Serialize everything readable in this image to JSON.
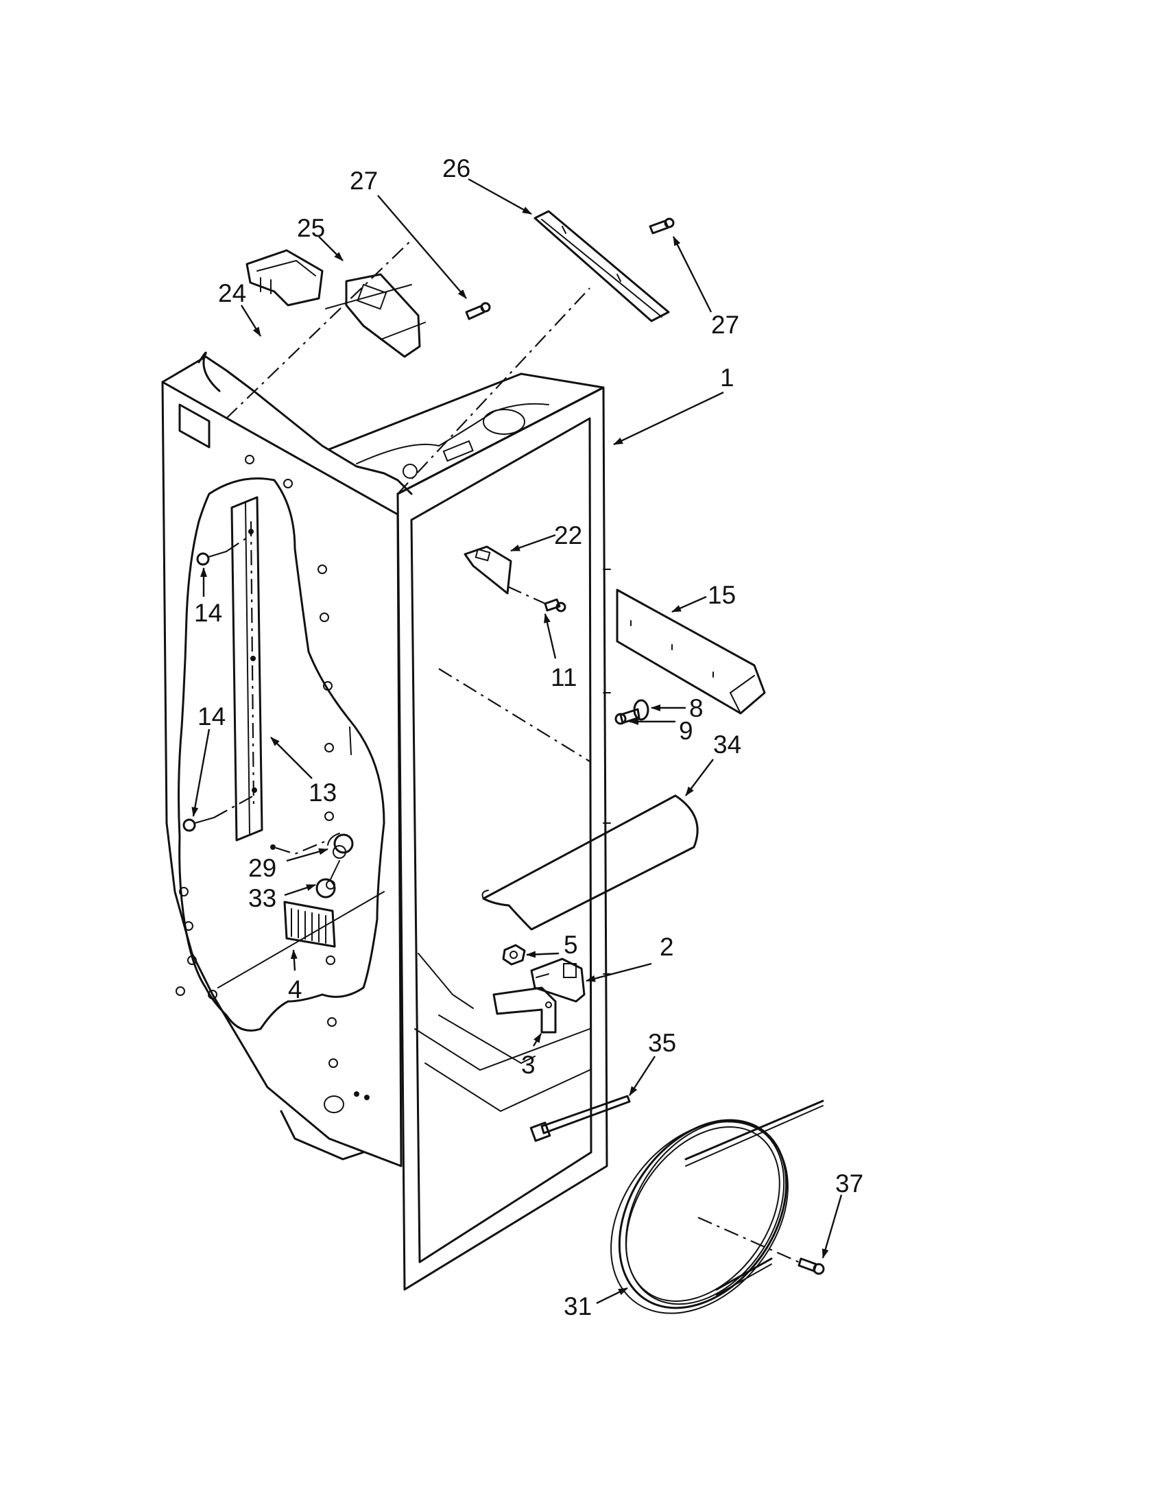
{
  "callouts": [
    {
      "id": "c27a",
      "label": "27"
    },
    {
      "id": "c26",
      "label": "26"
    },
    {
      "id": "c25",
      "label": "25"
    },
    {
      "id": "c24",
      "label": "24"
    },
    {
      "id": "c27b",
      "label": "27"
    },
    {
      "id": "c1",
      "label": "1"
    },
    {
      "id": "c22",
      "label": "22"
    },
    {
      "id": "c14a",
      "label": "14"
    },
    {
      "id": "c15",
      "label": "15"
    },
    {
      "id": "c11",
      "label": "11"
    },
    {
      "id": "c14b",
      "label": "14"
    },
    {
      "id": "c8",
      "label": "8"
    },
    {
      "id": "c9",
      "label": "9"
    },
    {
      "id": "c34",
      "label": "34"
    },
    {
      "id": "c13",
      "label": "13"
    },
    {
      "id": "c29",
      "label": "29"
    },
    {
      "id": "c33",
      "label": "33"
    },
    {
      "id": "c5",
      "label": "5"
    },
    {
      "id": "c2",
      "label": "2"
    },
    {
      "id": "c4",
      "label": "4"
    },
    {
      "id": "c35",
      "label": "35"
    },
    {
      "id": "c3",
      "label": "3"
    },
    {
      "id": "c37",
      "label": "37"
    },
    {
      "id": "c31",
      "label": "31"
    }
  ]
}
